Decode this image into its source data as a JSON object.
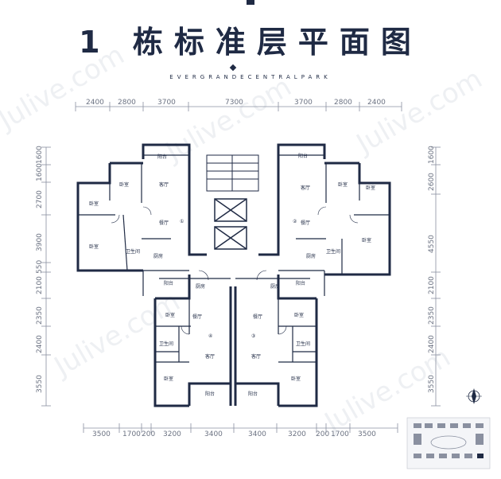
{
  "title": "1 栋标准层平面图",
  "subtitle": "EVERGRANDECENTRALPARK",
  "watermark": "Julive.com",
  "top_dims": [
    "2400",
    "2800",
    "3700",
    "7300",
    "3700",
    "2800",
    "2400"
  ],
  "bottom_dims": [
    "3500",
    "1700",
    "200",
    "3200",
    "3400",
    "3400",
    "3200",
    "200",
    "1700",
    "3500"
  ],
  "left_dims": [
    "1600",
    "1600",
    "2700",
    "3900",
    "550",
    "2100",
    "2350",
    "2400",
    "3550"
  ],
  "right_dims": [
    "1600",
    "2600",
    "4550",
    "2100",
    "2350",
    "2400",
    "3550"
  ],
  "rooms": {
    "balcony": "阳台",
    "bedroom": "卧室",
    "living": "客厅",
    "dining": "餐厅",
    "kitchen": "厨房",
    "bath": "卫生间",
    "unit1": "①",
    "unit2": "②",
    "unit3": "③",
    "unit4": "④"
  },
  "colors": {
    "wall": "#1f2a44",
    "dim": "#6b7282"
  },
  "icons": {
    "compass": "compass-icon",
    "keyplan": "site-keyplan"
  }
}
